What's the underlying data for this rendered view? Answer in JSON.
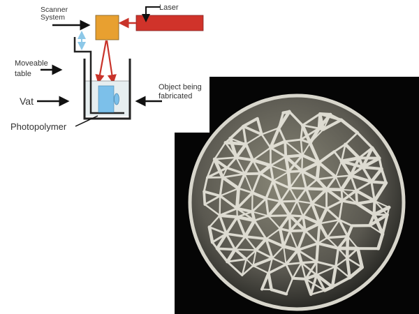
{
  "diagram": {
    "labels": {
      "scanner_line1": "Scanner",
      "scanner_line2": "System",
      "laser": "Laser",
      "moveable_line1": "Moveable",
      "moveable_line2": "table",
      "vat": "Vat",
      "object_line1": "Object being",
      "object_line2": "fabricated",
      "photopolymer": "Photopolymer"
    },
    "colors": {
      "scanner": "#e8a030",
      "laser": "#d0332a",
      "beam": "#c8332a",
      "liquid": "#e6eef0",
      "object": "#7cc0ea",
      "lift_arrow": "#8cc8e8"
    }
  },
  "photo": {
    "background": "#050505",
    "lattice": "#e8e6dc"
  }
}
